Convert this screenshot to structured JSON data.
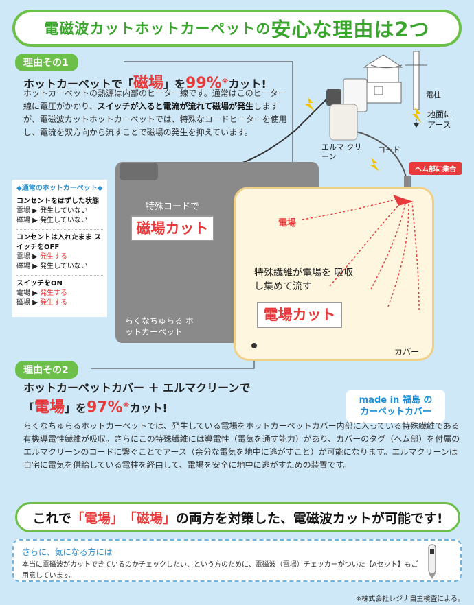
{
  "header": {
    "small": "電磁波カットホットカーペットの",
    "big": "安心な理由は2つ"
  },
  "reason1": {
    "tag": "理由その1",
    "title_pre": "ホットカーペットで「",
    "title_key": "磁場",
    "title_mid": "」を",
    "title_pct": "99%",
    "title_mark": "※",
    "title_post": "カット!",
    "body_1": "ホットカーペットの熱源は内部のヒーター線です。通常はこのヒーター線に電圧がかかり、",
    "body_bold": "スイッチが入ると電流が流れて磁場が発生",
    "body_2": "しますが、電磁波カットホットカーペットでは、特殊なコードヒーターを使用し、電流を双方向から流すことで磁場の発生を抑えています。"
  },
  "sidebar": {
    "heading": "◆通常のホットカーペット◆",
    "groups": [
      {
        "title": "コンセントをはずした状態",
        "l1_pre": "電場 ▶ ",
        "l1": "発生していない",
        "l2_pre": "磁場 ▶ ",
        "l2": "発生していない"
      },
      {
        "title": "コンセントは入れたまま スイッチをOFF",
        "l1_pre": "電場 ▶ ",
        "l1": "発生する",
        "l2_pre": "磁場 ▶ ",
        "l2": "発生していない"
      },
      {
        "title": "スイッチをON",
        "l1_pre": "電場 ▶ ",
        "l1": "発生する",
        "l2_pre": "磁場 ▶ ",
        "l2": "発生する"
      }
    ]
  },
  "diagram": {
    "gray_caption": "特殊コードで",
    "gray_box": "磁場カット",
    "gray_name": "らくなちゅらる ホットカーペット",
    "field_label": "電場",
    "cover_caption": "特殊繊維が電場を 吸収し集めて流す",
    "cover_box": "電場カット",
    "cover_label": "カバー",
    "elma": "エルマ クリーン",
    "cord": "コード",
    "pole": "電柱",
    "ground": "地面に アース",
    "heme": "ヘム部に集合"
  },
  "reason2": {
    "tag": "理由その2",
    "line1": "ホットカーペットカバー ＋ エルマクリーンで",
    "title_pre": "「",
    "title_key": "電場",
    "title_mid": "」を",
    "title_pct": "97%",
    "title_mark": "※",
    "title_post": "カット!",
    "body": "らくなちゅらるホットカーペットでは、発生している電場をホットカーペットカバー内部に入っている特殊繊維である有機導電性繊維が吸収。さらにこの特殊繊維には導電性（電気を通す能力）があり、カバーのタグ（ヘム部）を付属のエルマクリーンのコードに繋ぐことでアース（余分な電気を地中に逃がすこと）が可能になります。エルマクリーンは自宅に電気を供給している電柱を経由して、電場を安全に地中に逃がすための装置です。"
  },
  "made_in": {
    "line1": "made in 福島 の",
    "line2": "カーペットカバー"
  },
  "banner": {
    "pre": "これで",
    "k1": "「電場」",
    "k2": "「磁場」",
    "post": "の両方を対策した、電磁波カットが可能です!"
  },
  "more": {
    "title": "さらに、気になる方には",
    "body": "本当に電磁波がカットできているのかチェックしたい、という方のために、電磁波（電場）チェッカーがついた【Aセット】もご用意しています。"
  },
  "footnote": "※株式会社レジナ自主検査による。"
}
